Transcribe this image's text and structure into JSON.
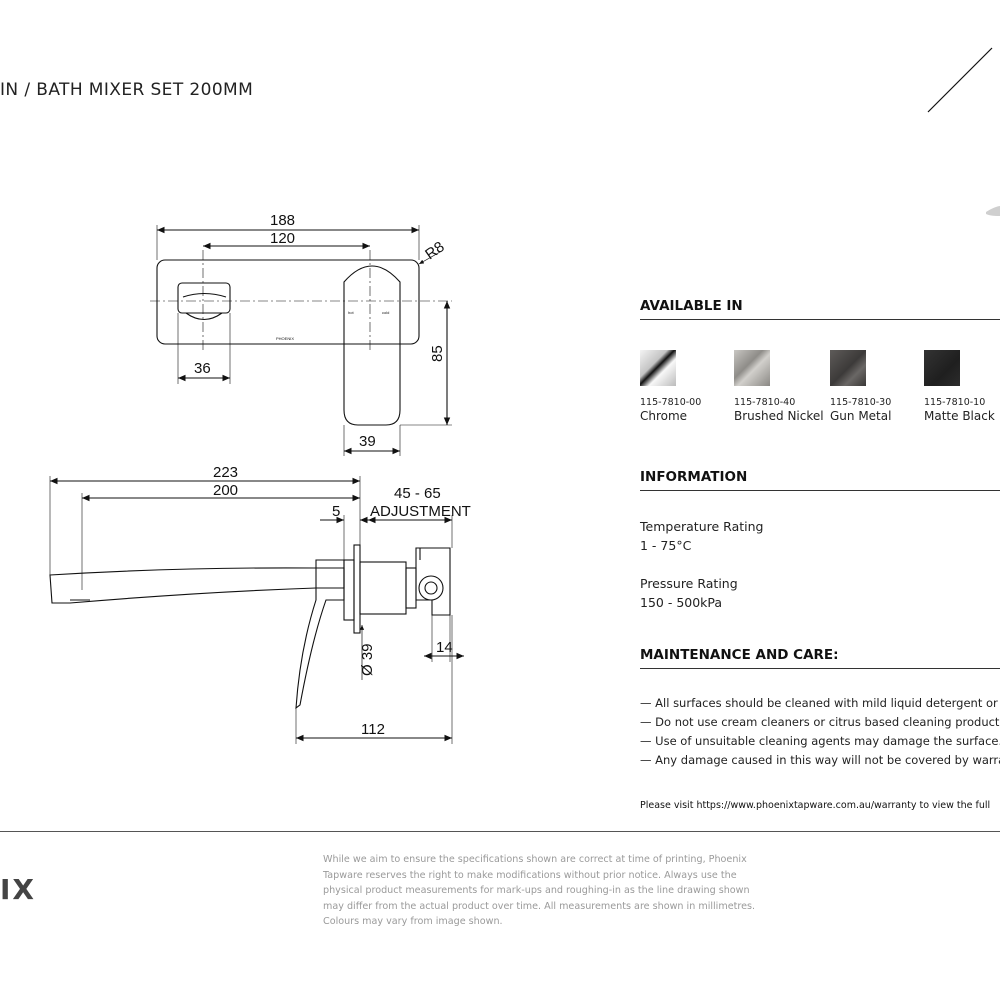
{
  "header": {
    "title": "IN / BATH MIXER SET 200MM"
  },
  "drawing": {
    "dims": {
      "d188": "188",
      "d120": "120",
      "r8": "R8",
      "d36": "36",
      "d85": "85",
      "d39": "39",
      "d223": "223",
      "d200": "200",
      "d45_65": "45 - 65",
      "adjustment": "ADJUSTMENT",
      "d5": "5",
      "dia39": "Ø 39",
      "d14": "14",
      "d112": "112"
    },
    "labels": {
      "hot": "hot",
      "cold": "cold",
      "brand": "PHOENIX"
    }
  },
  "available": {
    "heading": "AVAILABLE IN",
    "finishes": [
      {
        "code": "115-7810-00",
        "name": "Chrome",
        "color": "#d8d8d8"
      },
      {
        "code": "115-7810-40",
        "name": "Brushed Nickel",
        "color": "#a9a7a3"
      },
      {
        "code": "115-7810-30",
        "name": "Gun Metal",
        "color": "#4a4746"
      },
      {
        "code": "115-7810-10",
        "name": "Matte Black",
        "color": "#252525"
      }
    ]
  },
  "information": {
    "heading": "INFORMATION",
    "temp_label": "Temperature Rating",
    "temp_value": "1 - 75°C",
    "pressure_label": "Pressure Rating",
    "pressure_value": "150 - 500kPa"
  },
  "maintenance": {
    "heading": "MAINTENANCE AND CARE:",
    "items": [
      "— All surfaces should be cleaned with mild liquid detergent or",
      "— Do not use cream cleaners or citrus based cleaning products,",
      "— Use of unsuitable cleaning agents may damage the surface.",
      "— Any damage caused in this way will not be covered by warran"
    ],
    "visit": "Please visit https://www.phoenixtapware.com.au/warranty to view the full"
  },
  "footer": {
    "brand": "IX",
    "disclaimer": "While we aim to ensure the specifications shown are correct at time of printing, Phoenix Tapware reserves the right to make modifications without prior notice. Always use the physical product measurements for mark-ups and roughing-in as the line drawing shown may differ from the actual product over time. All measurements are shown in millimetres. Colours may vary from image shown."
  }
}
